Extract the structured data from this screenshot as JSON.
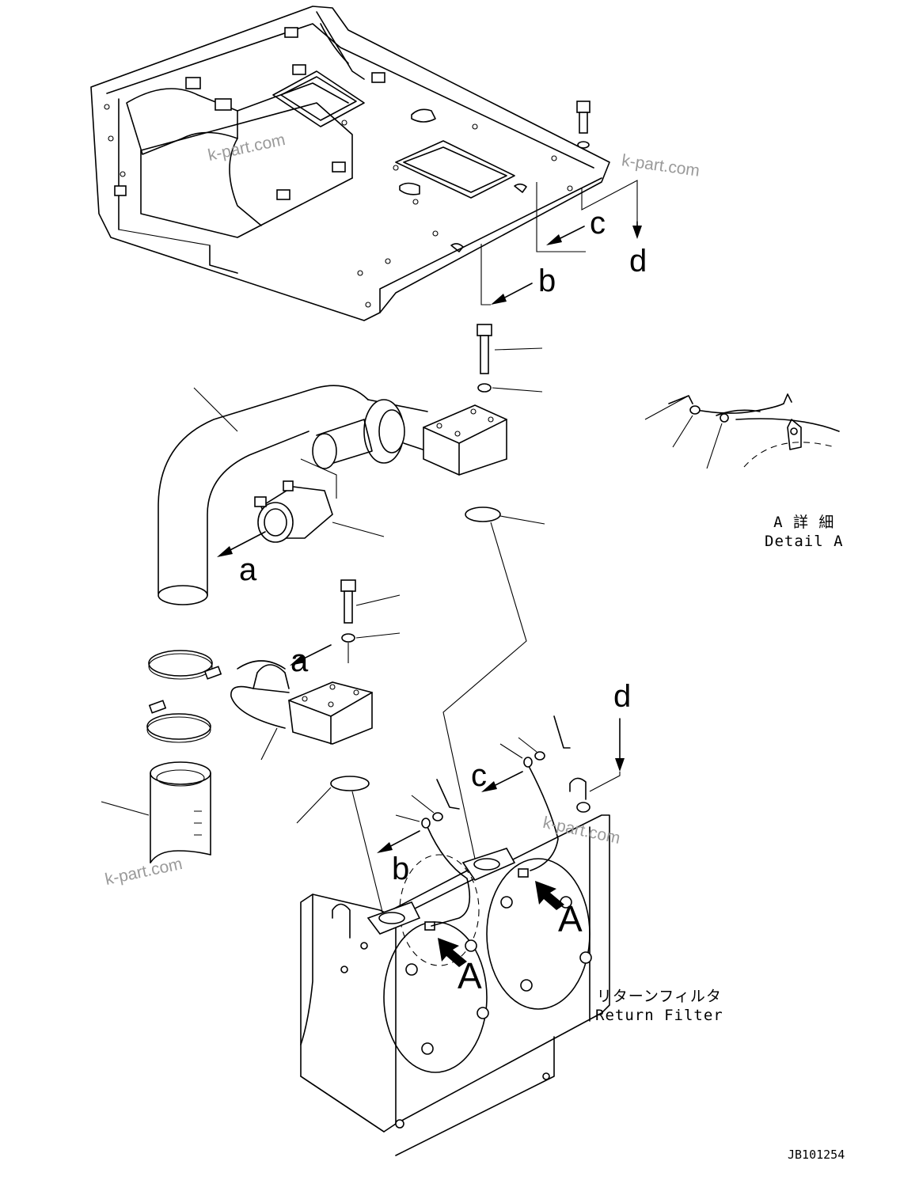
{
  "callouts": {
    "a1": "a",
    "a2": "a",
    "b1": "b",
    "b2": "b",
    "c1": "c",
    "c2": "c",
    "d1": "d",
    "d2": "d",
    "A1": "A",
    "A2": "A"
  },
  "detail_caption": {
    "jp": "A 詳 細",
    "en": "Detail A"
  },
  "return_filter_caption": {
    "jp": "リターンフィルタ",
    "en": "Return Filter"
  },
  "watermark": "k-part.com",
  "drawing_code": "JB101254",
  "colors": {
    "ink": "#000000",
    "watermark": "#9a9a9a",
    "background": "#ffffff"
  }
}
